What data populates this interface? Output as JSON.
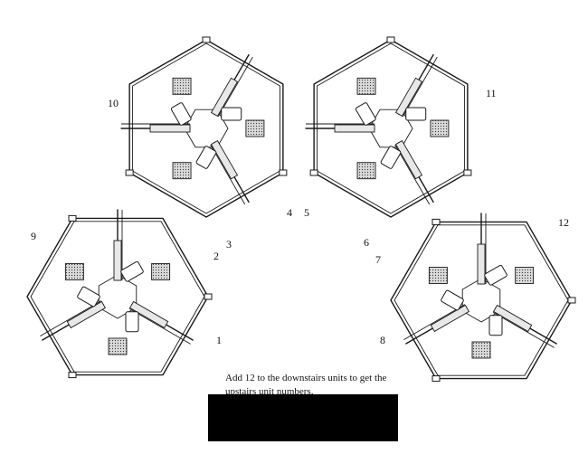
{
  "units": [
    {
      "id": "unit-1",
      "label": "1"
    },
    {
      "id": "unit-2",
      "label": "2"
    },
    {
      "id": "unit-3",
      "label": "3"
    },
    {
      "id": "unit-4",
      "label": "4"
    },
    {
      "id": "unit-5",
      "label": "5"
    },
    {
      "id": "unit-6",
      "label": "6"
    },
    {
      "id": "unit-7",
      "label": "7"
    },
    {
      "id": "unit-8",
      "label": "8"
    },
    {
      "id": "unit-9",
      "label": "9"
    },
    {
      "id": "unit-10",
      "label": "10"
    },
    {
      "id": "unit-11",
      "label": "11"
    },
    {
      "id": "unit-12",
      "label": "12"
    }
  ],
  "note": "Add 12 to the downstairs units to get the upstairs unit numbers.",
  "colors": {
    "ink": "#1a1a1a",
    "redaction": "#000000",
    "paper": "#ffffff"
  }
}
